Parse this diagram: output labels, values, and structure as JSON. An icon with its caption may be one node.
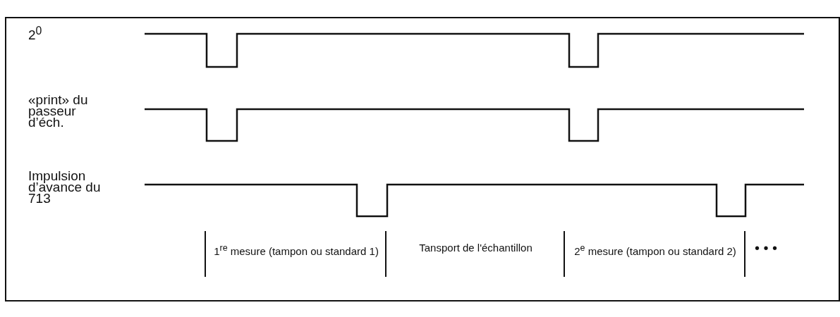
{
  "diagram": {
    "labels": [
      "2$^{0}$",
      "«print» du passeur d’éch.",
      "Impulsion d’avance du 713",
      "1$^{re}$ mesure (tampon ou standard 1)",
      "Tansport de l'échantillon",
      "2$^{e}$ mesure (tampon ou standard 2)",
      "• • •"
    ]
  }
}
